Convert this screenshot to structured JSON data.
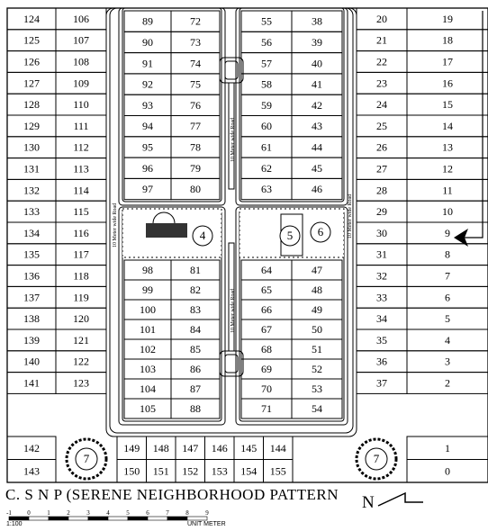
{
  "title": "C. S N P (SERENE NEIGHBORHOOD PATTERN",
  "north_label": "N",
  "road_label": "10 Meter wide Road",
  "scale": {
    "ratio": "1:100",
    "unit": "UNIT METER",
    "ticks": [
      "-1",
      "0",
      "1",
      "2",
      "3",
      "4",
      "5",
      "6",
      "7",
      "8",
      "9"
    ]
  },
  "parks": [
    "4",
    "5",
    "6",
    "7",
    "7"
  ],
  "blocks": {
    "left_outer": [
      "124",
      "125",
      "126",
      "127",
      "128",
      "129",
      "130",
      "131",
      "132",
      "133",
      "134",
      "135",
      "136",
      "137",
      "138",
      "139",
      "140",
      "141",
      "142",
      "143"
    ],
    "left_inner": [
      "106",
      "107",
      "108",
      "109",
      "110",
      "111",
      "112",
      "113",
      "114",
      "115",
      "116",
      "117",
      "118",
      "119",
      "120",
      "121",
      "122",
      "123"
    ],
    "right_inner": [
      "20",
      "21",
      "22",
      "23",
      "24",
      "25",
      "26",
      "27",
      "28",
      "29",
      "30",
      "31",
      "32",
      "33",
      "34",
      "35",
      "36",
      "37"
    ],
    "right_outer": [
      "19",
      "18",
      "17",
      "16",
      "15",
      "14",
      "13",
      "12",
      "11",
      "10",
      "9",
      "8",
      "7",
      "6",
      "5",
      "4",
      "3",
      "2",
      "1",
      "0"
    ],
    "top_left_a": [
      "89",
      "90",
      "91",
      "92",
      "93",
      "94",
      "95",
      "96",
      "97"
    ],
    "top_left_b": [
      "72",
      "73",
      "74",
      "75",
      "76",
      "77",
      "78",
      "79",
      "80"
    ],
    "top_right_a": [
      "55",
      "56",
      "57",
      "58",
      "59",
      "60",
      "61",
      "62",
      "63"
    ],
    "top_right_b": [
      "38",
      "39",
      "40",
      "41",
      "42",
      "43",
      "44",
      "45",
      "46"
    ],
    "bottom_left_a": [
      "98",
      "99",
      "100",
      "101",
      "102",
      "103",
      "104",
      "105"
    ],
    "bottom_left_b": [
      "81",
      "82",
      "83",
      "84",
      "85",
      "86",
      "87",
      "88"
    ],
    "bottom_right_a": [
      "64",
      "65",
      "66",
      "67",
      "68",
      "69",
      "70",
      "71"
    ],
    "bottom_right_b": [
      "47",
      "48",
      "49",
      "50",
      "51",
      "52",
      "53",
      "54"
    ],
    "bottom_row_top": [
      "149",
      "148",
      "147",
      "146",
      "145",
      "144"
    ],
    "bottom_row_bottom": [
      "150",
      "151",
      "152",
      "153",
      "154",
      "155"
    ]
  }
}
